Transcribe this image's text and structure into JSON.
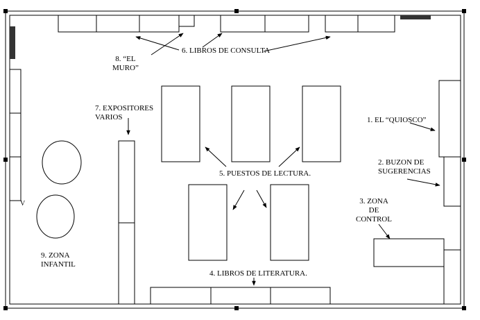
{
  "labels": {
    "el_muro": [
      "8. “EL",
      "MURO”"
    ],
    "libros_consulta": "6. LIBROS DE CONSULTA",
    "expositores": [
      "7. EXPOSITORES",
      "VARIOS"
    ],
    "quiosco": "1. EL “QUIOSCO”",
    "buzon": [
      "2. BUZON  DE",
      "SUGERENCIAS"
    ],
    "puestos_lectura": "5. PUESTOS DE LECTURA.",
    "zona_control": [
      "3. ZONA",
      "DE",
      "CONTROL"
    ],
    "zona_infantil": [
      "9. ZONA",
      "INFANTIL"
    ],
    "libros_literatura": "4. LIBROS DE LITERATURA.",
    "v_mark": "V"
  },
  "colors": {
    "line": "#000000",
    "background": "#ffffff",
    "door_marker": "#333333"
  }
}
